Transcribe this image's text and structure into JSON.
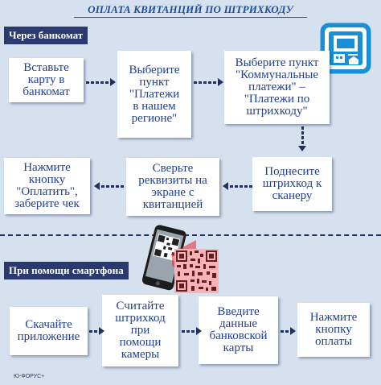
{
  "title": "ОПЛАТА КВИТАНЦИЙ ПО ШТРИХКОДУ",
  "atm_section": {
    "label": "Через банкомат",
    "steps": [
      "Вставьте\nкарту в\nбанкомат",
      "Выберите\nпункт\n\"Платежи\nв нашем\nрегионе\"",
      "Выберите пункт\n\"Коммунальные\nплатежи\" –\n\"Платежи по\nштрихкоду\"",
      "Поднесите\nштрихкод к\nсканеру",
      "Сверьте\nреквизиты на\nэкране с\nквитанцией",
      "Нажмите\nкнопку\n\"Оплатить\",\nзаберите чек"
    ]
  },
  "phone_section": {
    "label": "При помощи смартфона",
    "steps": [
      "Скачайте\nприложение",
      "Считайте\nштрихкод\nпри\nпомощи\nкамеры",
      "Введите\nданные\nбанковской\nкарты",
      "Нажмите\nкнопку\nоплаты"
    ]
  },
  "footer": {
    "logo": "Ю-ФОРУС+"
  },
  "colors": {
    "background": "#d6e1ef",
    "label_background": "#2a3a6e",
    "box_text": "#23418e",
    "title": "#1d4f99",
    "atm_icon": "#1b8fd6",
    "laser": "#e8262d"
  },
  "icons": [
    "atm-icon",
    "smartphone-icon",
    "barcode-icon"
  ]
}
